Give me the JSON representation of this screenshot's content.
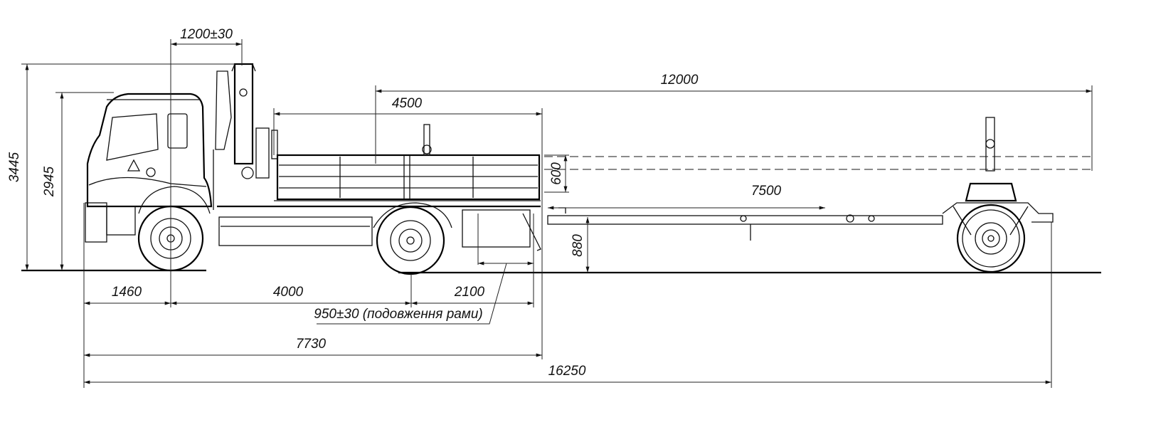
{
  "title": "Truck with crane-manipulator and trailer — dimension drawing",
  "dimensions": {
    "crane_offset": "1200±30",
    "height_total": "3445",
    "height_cab": "2945",
    "body_length": "4500",
    "load_length": "12000",
    "side_height": "600",
    "trailer_drawbar": "7500",
    "coupling_height": "880",
    "front_overhang": "1460",
    "wheelbase": "4000",
    "rear_overhang": "2100",
    "frame_extension": "950±30 (подовження рами)",
    "truck_length": "7730",
    "total_length": "16250"
  }
}
